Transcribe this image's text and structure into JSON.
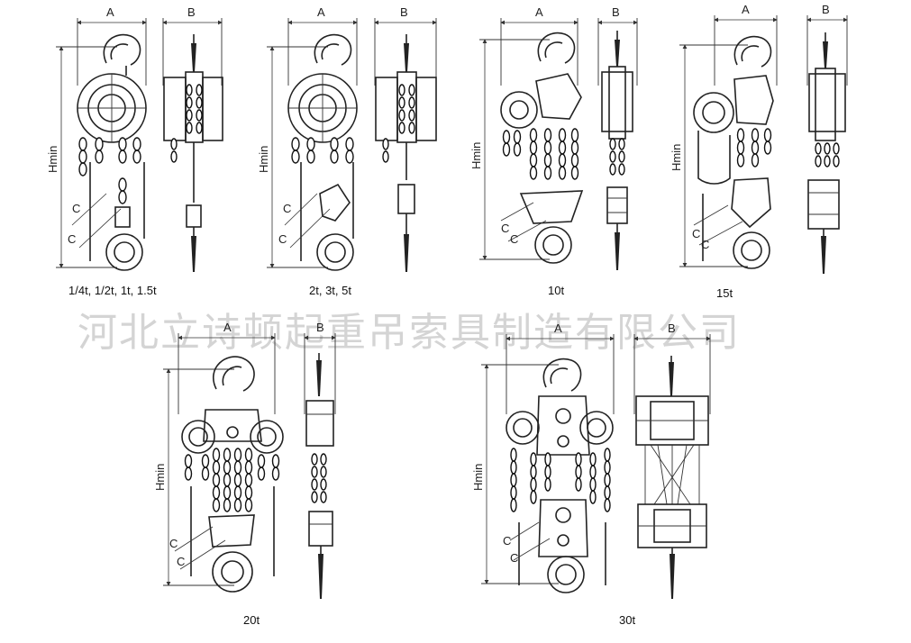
{
  "dimension_labels": {
    "a": "A",
    "b": "B",
    "hmin": "Hmin",
    "c": "C"
  },
  "watermark": "河北立诗顿起重吊索具制造有限公司",
  "hoists": [
    {
      "capacity": "1/4t, 1/2t, 1t, 1.5t"
    },
    {
      "capacity": "2t, 3t, 5t"
    },
    {
      "capacity": "10t"
    },
    {
      "capacity": "15t"
    },
    {
      "capacity": "20t"
    },
    {
      "capacity": "30t"
    }
  ]
}
